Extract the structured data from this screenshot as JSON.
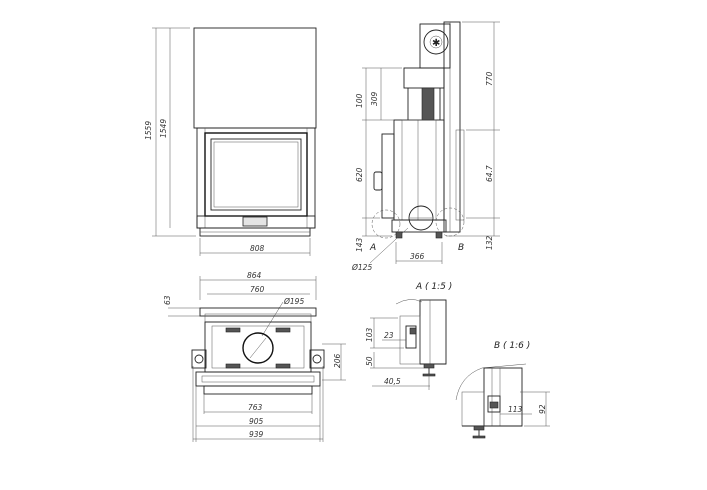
{
  "front_view": {
    "dims": {
      "total_height": "1559",
      "body_height": "1549",
      "width": "808"
    }
  },
  "side_view": {
    "dims": {
      "top": "100",
      "upper": "309",
      "middle": "620",
      "bottom": "143",
      "right_top": "770",
      "right_mid": "64.7",
      "right_bottom": "132",
      "depth": "366",
      "flue_diameter": "Ø125"
    },
    "callouts": {
      "a": "A",
      "b": "B"
    }
  },
  "plan_view": {
    "dims": {
      "top_width": "864",
      "inner_width": "760",
      "flue": "Ø195",
      "offset": "63",
      "depth": "206",
      "w763": "763",
      "w905": "905",
      "w939": "939"
    }
  },
  "detail_a": {
    "title": "A ( 1:5 )",
    "dims": {
      "h103": "103",
      "w23": "23",
      "h50": "50",
      "w40_5": "40,5"
    }
  },
  "detail_b": {
    "title": "B ( 1:6 )",
    "dims": {
      "w113": "113",
      "h92": "92"
    }
  }
}
